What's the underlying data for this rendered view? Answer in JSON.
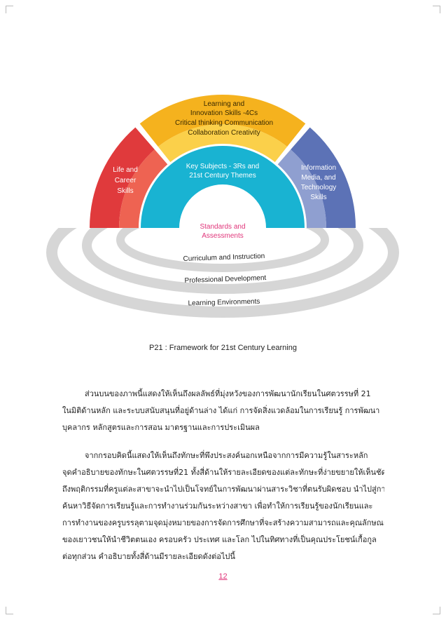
{
  "diagram": {
    "outcomes": {
      "life_career": [
        "Life and",
        "Career",
        "Skills"
      ],
      "learning_innovation": [
        "Learning and",
        "Innovation Skills -4Cs",
        "Critical thinking Communication",
        "Collaboration Creativity"
      ],
      "information_media": [
        "Information",
        "Media, and",
        "Technology",
        "Skills"
      ],
      "key_subjects": [
        "Key Subjects - 3Rs and",
        "21st Century Themes"
      ]
    },
    "support_systems": {
      "standards": [
        "Standards and",
        "Assessments"
      ],
      "curriculum": "Curriculum and Instruction",
      "professional": "Professional Development",
      "environments": "Learning Environments"
    },
    "colors": {
      "life_career": "#e03a3c",
      "life_career_inner": "#ee6352",
      "learning_innovation": "#f5b21e",
      "learning_innovation_inner": "#fbd04a",
      "information_media": "#5c72b6",
      "information_media_inner": "#8f9fd0",
      "key_subjects": "#19b3d2",
      "standards_text": "#e0357a",
      "rings": "#d6d6d6"
    }
  },
  "caption": "P21 : Framework for 21st Century Learning",
  "paragraph1": [
    "ส่วนบนของภาพนี้แสดงให้เห็นถึงผลลัพธ์ที่มุ่งหวังของการพัฒนานักเรียนในศตวรรษที่ 21",
    "ในมิติด้านหลัก และระบบสนับสนุนที่อยู่ด้านล่าง ได้แก่ การจัดสิ่งแวดล้อมในการเรียนรู้ การพัฒนา",
    "บุคลากร หลักสูตรและการสอน มาตรฐานและการประเมินผล"
  ],
  "paragraph2": [
    "จากกรอบคิดนี้แสดงให้เห็นถึงทักษะที่พึงประสงค์นอกเหนือจากการมีความรู้ในสาระหลัก",
    "จุดคำอธิบายของทักษะในศตวรรษที่21 ทั้งสี่ด้านให้รายละเอียดของแต่ละทักษะที่ง่ายขยายให้เห็นชัดเจน",
    "ถึงพฤติกรรมที่ครูแต่ละสาขาจะนำไปเป็นโจทย์ในการพัฒนาผ่านสาระวิชาที่ตนรับผิดชอบ นำไปสู่การ",
    "ค้นหาวิธีจัดการเรียนรู้และการทำงานร่วมกันระหว่างสาขา เพื่อทำให้การเรียนรู้ของนักเรียนและ",
    "การทำงานของครูบรรลุตามจุดมุ่งหมายของการจัดการศึกษาที่จะสร้างความสามารถและคุณลักษณะ",
    "ของเยาวชนให้นำชีวิตตนเอง ครอบครัว ประเทศ และโลก ไปในทิศทางที่เป็นคุณประโยชน์เกื้อกูล",
    "ต่อทุกส่วน คำอธิบายทั้งสี่ด้านมีรายละเอียดดังต่อไปนี้"
  ],
  "page_number": "12"
}
